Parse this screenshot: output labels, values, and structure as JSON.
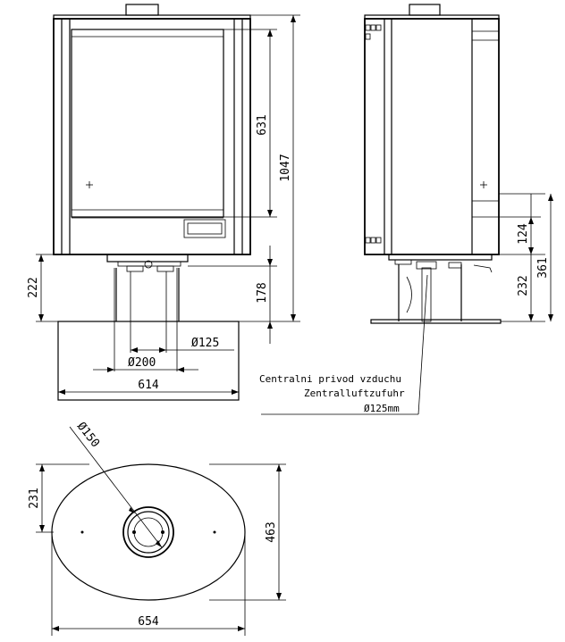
{
  "dimensions": {
    "glass_height": "631",
    "total_height": "1047",
    "base_height_front": "222",
    "pedestal_height": "178",
    "air_inlet_dia": "Ø125",
    "flue_dia": "Ø200",
    "base_width_front": "614",
    "side_upper": "124",
    "side_pedestal": "232",
    "side_total": "361",
    "plate_dia": "Ø150",
    "plate_half_depth": "231",
    "plate_depth": "463",
    "plate_width": "654"
  },
  "note": {
    "line1": "Centralni privod vzduchu",
    "line2": "Zentralluftzufuhr",
    "line3": "Ø125mm"
  }
}
